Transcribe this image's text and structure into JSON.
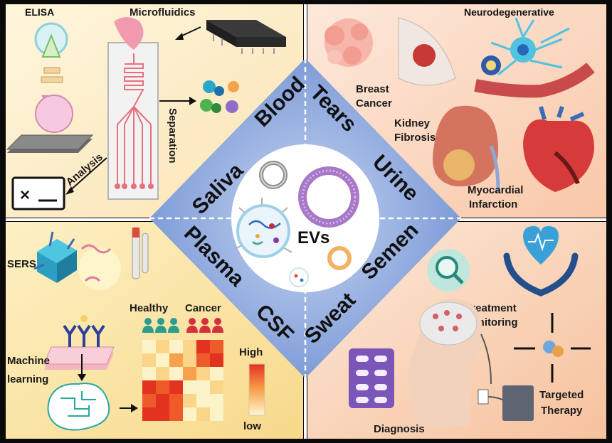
{
  "center": {
    "label": "EVs"
  },
  "fluids": {
    "blood": "Blood",
    "tears": "Tears",
    "saliva": "Saliva",
    "urine": "Urine",
    "plasma": "Plasma",
    "semen": "Semen",
    "csf": "CSF",
    "sweat": "Sweat"
  },
  "top_left": {
    "elisa": "ELISA",
    "microfluidics": "Microfluidics",
    "separation": "Separation",
    "analysis": "Analysis"
  },
  "top_right": {
    "neurodegenerative": "Neurodegenerative",
    "breast_cancer_line1": "Breast",
    "breast_cancer_line2": "Cancer",
    "kidney_fibrosis_line1": "Kidney",
    "kidney_fibrosis_line2": "Fibrosis",
    "myocardial_line1": "Myocardial",
    "myocardial_line2": "Infarction"
  },
  "bottom_left": {
    "sers": "SERS",
    "healthy": "Healthy",
    "cancer": "Cancer",
    "high": "High",
    "low": "low",
    "ml_line1": "Machine",
    "ml_line2": "learning",
    "heatmap_colors": [
      "#fdf3c8",
      "#fbd68a",
      "#f7a14a",
      "#ef5a2a",
      "#e3321f"
    ]
  },
  "bottom_right": {
    "treatment_line1": "Treatment",
    "treatment_line2": "Monitoring",
    "targeted_line1": "Targeted",
    "targeted_line2": "Therapy",
    "diagnosis": "Diagnosis"
  },
  "colors": {
    "tl_bg": "#fdf0cf",
    "tr_bg": "#fbdcc8",
    "bl_bg": "#fbe9b2",
    "br_bg": "#fbe0cc",
    "diamond": "#7f9fd8",
    "center_circle": "#ffffff"
  }
}
